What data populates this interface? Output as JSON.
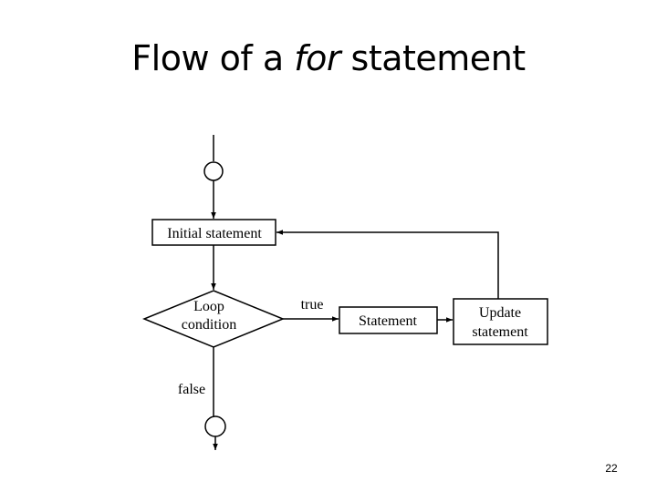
{
  "slide": {
    "title_prefix": "Flow of a ",
    "title_keyword": "for",
    "title_suffix": " statement",
    "page_number": "22"
  },
  "diagram": {
    "initial": "Initial statement",
    "condition_line1": "Loop",
    "condition_line2": "condition",
    "true_label": "true",
    "false_label": "false",
    "statement": "Statement",
    "update_line1": "Update",
    "update_line2": "statement"
  }
}
